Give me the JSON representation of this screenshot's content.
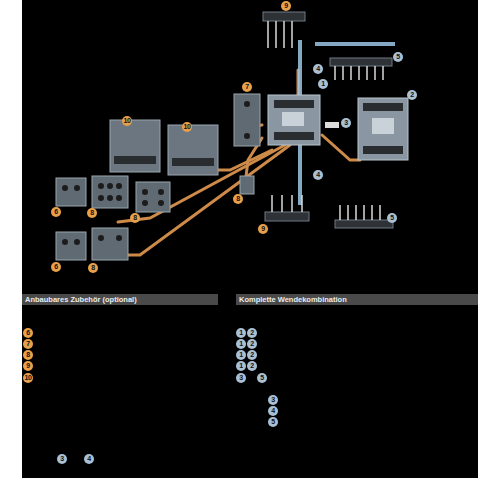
{
  "diagram": {
    "nodes": [
      {
        "text": [
          "Anbaubares Zubehör (optional)"
        ]
      },
      {
        "text": [
          "Komplette Wendekombination"
        ]
      }
    ],
    "labels": [
      "9",
      "4",
      "5",
      "1",
      "7",
      "2",
      "10",
      "3",
      "10",
      "4",
      "8",
      "6",
      "8",
      "8",
      "5",
      "9",
      "6",
      "8",
      "6",
      "7",
      "8",
      "9",
      "10",
      "1",
      "2",
      "1",
      "2",
      "1",
      "2",
      "1",
      "2",
      "3",
      "5",
      "3",
      "4",
      "5",
      "3",
      "4"
    ]
  }
}
